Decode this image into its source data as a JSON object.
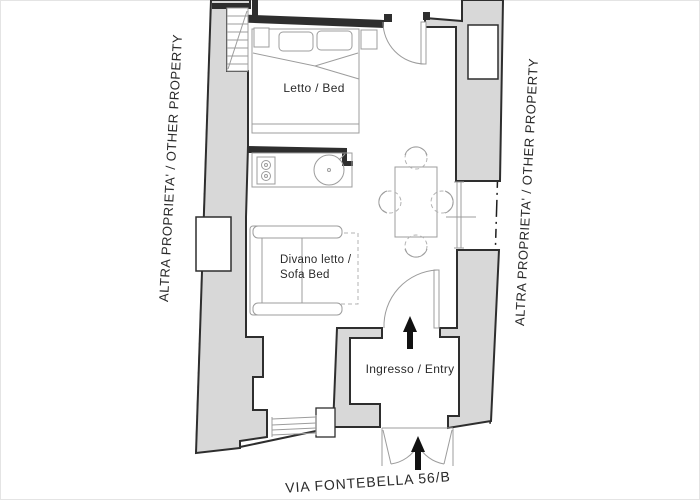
{
  "labels": {
    "other_property_left": "ALTRA PROPRIETA' / OTHER PROPERTY",
    "other_property_right": "ALTRA PROPRIETA' / OTHER PROPERTY",
    "bedroom": "Letto / Bed",
    "sofa_bed_line1": "Divano letto /",
    "sofa_bed_line2": "Sofa Bed",
    "entry": "Ingresso / Entry",
    "street": "VIA FONTEBELLA 56/B"
  },
  "colors": {
    "background": "#ffffff",
    "wall_fill": "#d8d8d8",
    "wall_outline": "#2e2e2e",
    "furniture_line": "#9c9c9c",
    "boundary_line": "#1d1d1d",
    "text": "#2a2a2a"
  },
  "icons": {
    "entry_arrow": "up-arrow",
    "street_arrow": "up-arrow"
  }
}
